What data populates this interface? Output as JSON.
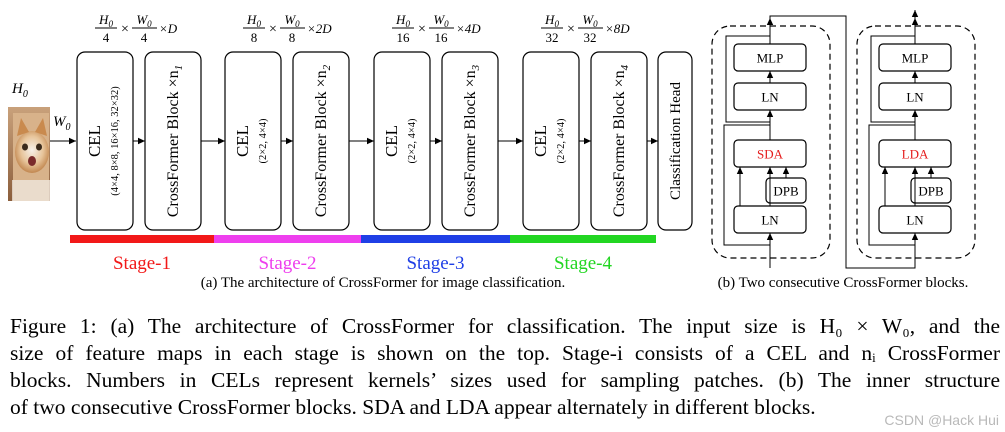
{
  "input_image": {
    "label_h": "H",
    "label_h_sub": "0",
    "label_w": "W",
    "label_w_sub": "0"
  },
  "stages": [
    {
      "size_h": "H",
      "size_h_sub": "0",
      "size_h_den": "4",
      "size_w": "W",
      "size_w_sub": "0",
      "size_w_den": "4",
      "size_ch": "×D",
      "cel_label": "CEL",
      "cel_kernels": "(4×4, 8×8, 16×16, 32×32)",
      "block_label": "CrossFormer Block ×n",
      "block_sub": "1",
      "stage_label": "Stage-1",
      "color": "#f21818"
    },
    {
      "size_h": "H",
      "size_h_sub": "0",
      "size_h_den": "8",
      "size_w": "W",
      "size_w_sub": "0",
      "size_w_den": "8",
      "size_ch": "×2D",
      "cel_label": "CEL",
      "cel_kernels": "(2×2, 4×4)",
      "block_label": "CrossFormer Block ×n",
      "block_sub": "2",
      "stage_label": "Stage-2",
      "color": "#ee3fee"
    },
    {
      "size_h": "H",
      "size_h_sub": "0",
      "size_h_den": "16",
      "size_w": "W",
      "size_w_sub": "0",
      "size_w_den": "16",
      "size_ch": "×4D",
      "cel_label": "CEL",
      "cel_kernels": "(2×2, 4×4)",
      "block_label": "CrossFormer Block ×n",
      "block_sub": "3",
      "stage_label": "Stage-3",
      "color": "#1f3fe6"
    },
    {
      "size_h": "H",
      "size_h_sub": "0",
      "size_h_den": "32",
      "size_w": "W",
      "size_w_sub": "0",
      "size_w_den": "32",
      "size_ch": "×8D",
      "cel_label": "CEL",
      "cel_kernels": "(2×2, 4×4)",
      "block_label": "CrossFormer Block ×n",
      "block_sub": "4",
      "stage_label": "Stage-4",
      "color": "#22d622"
    }
  ],
  "classification_head": "Classification Head",
  "caption_a": "(a) The architecture of CrossFormer for image classification.",
  "caption_b": "(b) Two consecutive CrossFormer blocks.",
  "blocks": [
    {
      "mlp": "MLP",
      "ln_top": "LN",
      "attn": "SDA",
      "attn_color": "#e51c1c",
      "dpb": "DPB",
      "ln_bottom": "LN"
    },
    {
      "mlp": "MLP",
      "ln_top": "LN",
      "attn": "LDA",
      "attn_color": "#e51c1c",
      "dpb": "DPB",
      "ln_bottom": "LN"
    }
  ],
  "figure_caption": {
    "line1": "Figure 1: (a) The architecture of CrossFormer for classification. The input size is H₀ × W₀, and the",
    "line2": "size of feature maps in each stage is shown on the top. Stage-i consists of a CEL and nᵢ CrossFormer",
    "line3": "blocks. Numbers in CELs represent kernels’ sizes used for sampling patches. (b) The inner structure",
    "line4": "of two consecutive CrossFormer blocks. SDA and LDA appear alternately in different blocks."
  },
  "watermark": "CSDN @Hack Hui"
}
